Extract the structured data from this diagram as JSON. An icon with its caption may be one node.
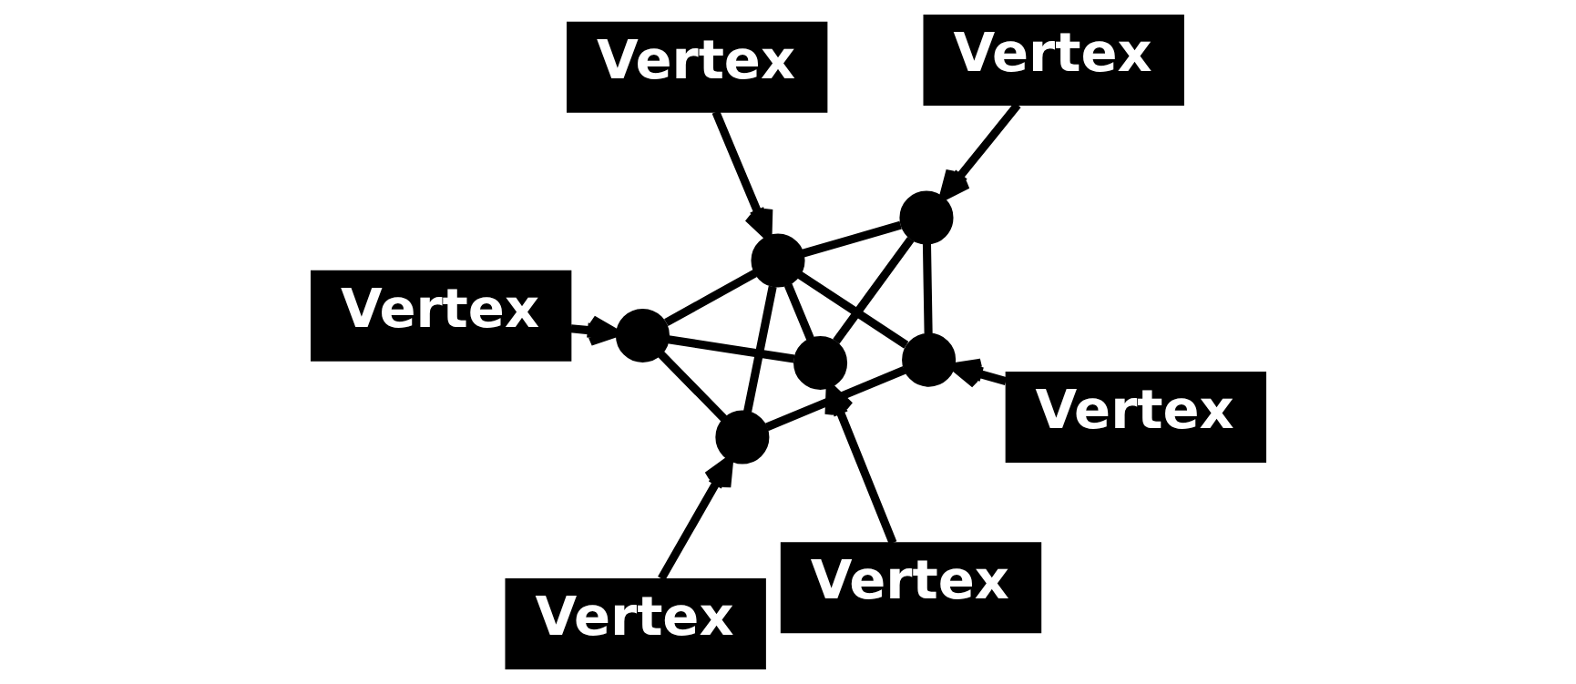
{
  "diagram": {
    "nodes": [
      {
        "text": [
          "Vertex"
        ]
      },
      {
        "text": [
          "Vertex"
        ]
      },
      {
        "text": [],
        "shape": "circle"
      },
      {
        "text": [
          "Vertex"
        ]
      },
      {
        "text": [],
        "shape": "circle"
      },
      {
        "text": [],
        "shape": "circle"
      },
      {
        "text": [
          "Vertex"
        ]
      },
      {
        "text": [],
        "shape": "circle"
      },
      {
        "text": [
          "Vertex"
        ]
      },
      {
        "text": [],
        "shape": "circle"
      },
      {
        "text": [],
        "shape": "circle"
      },
      {
        "text": [
          "Vertex"
        ]
      }
    ],
    "edges": [
      {
        "from": 0,
        "to": 7,
        "arrow": "to"
      },
      {
        "from": 1,
        "to": 2,
        "arrow": "to"
      },
      {
        "from": 3,
        "to": 4,
        "arrow": "to"
      },
      {
        "from": 6,
        "to": 5,
        "arrow": "to"
      },
      {
        "from": 8,
        "to": 9,
        "arrow": "to"
      },
      {
        "from": 11,
        "to": 10,
        "arrow": "to"
      },
      {
        "from": 2,
        "to": 4,
        "arrow": "none"
      },
      {
        "from": 2,
        "to": 5,
        "arrow": "none"
      },
      {
        "from": 4,
        "to": 9,
        "arrow": "none"
      },
      {
        "from": 5,
        "to": 10,
        "arrow": "none"
      },
      {
        "from": 9,
        "to": 10,
        "arrow": "none"
      },
      {
        "from": 7,
        "to": 2,
        "arrow": "none"
      },
      {
        "from": 7,
        "to": 4,
        "arrow": "none"
      },
      {
        "from": 7,
        "to": 5,
        "arrow": "none"
      },
      {
        "from": 7,
        "to": 9,
        "arrow": "none"
      },
      {
        "from": 7,
        "to": 10,
        "arrow": "none"
      }
    ]
  }
}
